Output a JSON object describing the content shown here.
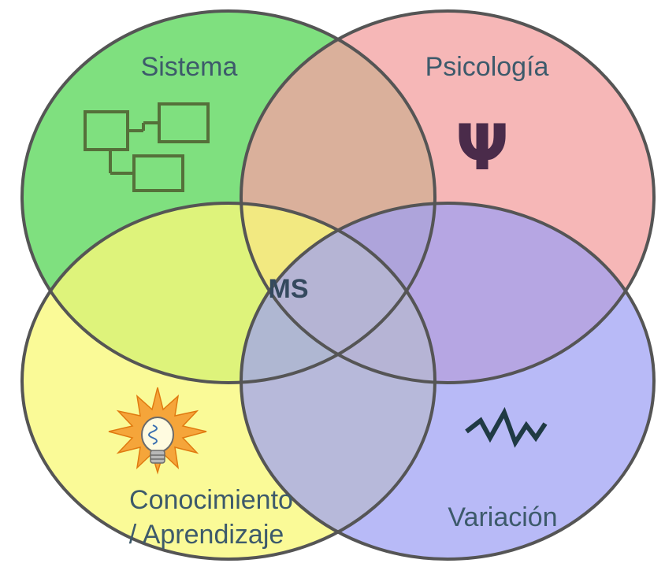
{
  "diagram": {
    "center_label": "MS",
    "circles": [
      {
        "label": "Sistema",
        "icon": "block-diagram-icon",
        "color": "#7fe07f"
      },
      {
        "label": "Psicología",
        "icon": "psi-icon",
        "color": "#f4a3a3"
      },
      {
        "label": "Conocimiento",
        "label_line2": "/ Aprendizaje",
        "icon": "lightbulb-icon",
        "color": "#f8f87a"
      },
      {
        "label": "Variación",
        "icon": "zigzag-icon",
        "color": "#9da0f4"
      }
    ],
    "psi_glyph": "Ψ"
  }
}
